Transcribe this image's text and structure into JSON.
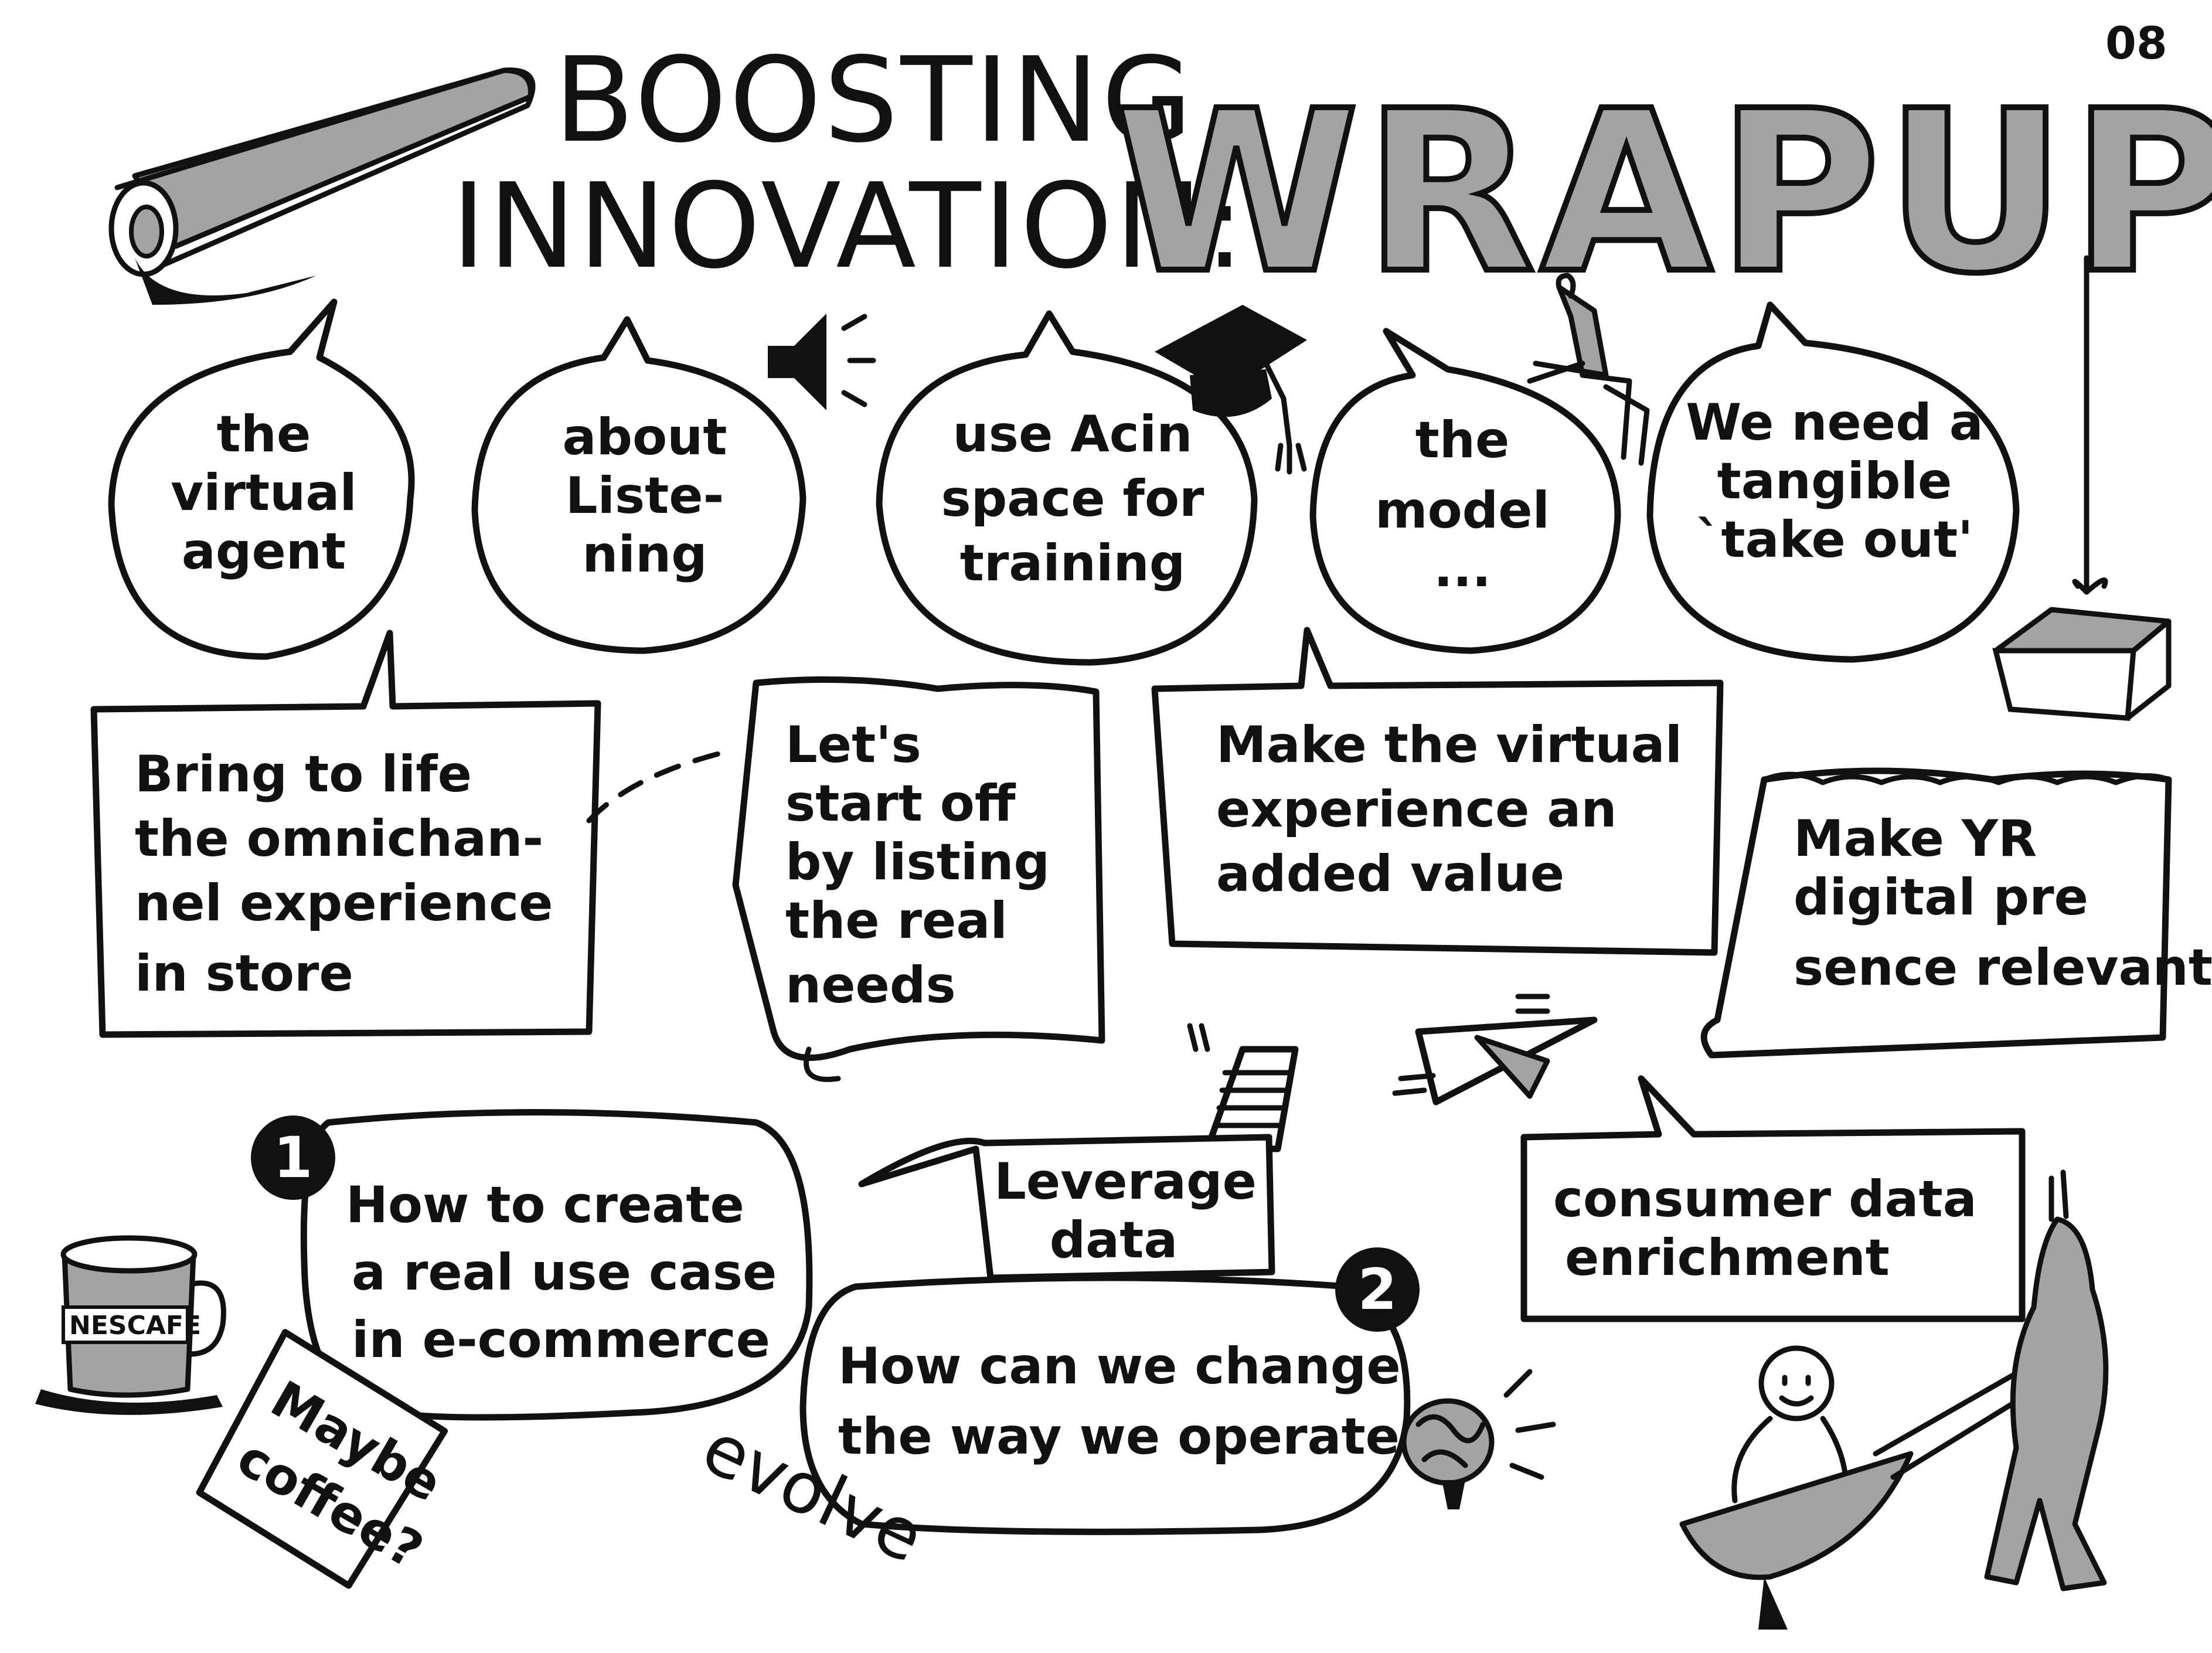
{
  "page_number": "08",
  "title": {
    "line1": "BOOSTING",
    "line2": "INNOVATION:",
    "big": "WRAPUP"
  },
  "bubbles": [
    {
      "lines": [
        "the",
        "virtual",
        "agent"
      ]
    },
    {
      "lines": [
        "about",
        "Liste-",
        "ning"
      ]
    },
    {
      "lines": [
        "use Acin",
        "space for",
        "training"
      ]
    },
    {
      "lines": [
        "the",
        "model",
        "..."
      ]
    },
    {
      "lines": [
        "We need a",
        "tangible",
        "`take out'"
      ]
    }
  ],
  "boxes": {
    "omnichannel": [
      "Bring to life",
      "the omnichan-",
      "nel experience",
      "in store"
    ],
    "listing": [
      "Let's",
      "start off",
      "by listing",
      "the real",
      "needs"
    ],
    "virtual_value": [
      "Make the virtual",
      "experience an",
      "added value"
    ],
    "digital": [
      "Make YR",
      "digital pre",
      "sence relevant"
    ],
    "leverage": [
      "Leverage",
      "data"
    ],
    "consumer": [
      "consumer data",
      "enrichment"
    ]
  },
  "questions": {
    "q1": {
      "badge": "1",
      "lines": [
        "How to create",
        "a real use case",
        "in e-commerce"
      ]
    },
    "q2": {
      "badge": "2",
      "lines": [
        "How can we change",
        "the way we operate"
      ]
    }
  },
  "coffee_sign": [
    "Maybe",
    "coffee?"
  ],
  "mug_label": "NESCAFE",
  "evolve": "evolve",
  "colors": {
    "ink": "#111111",
    "gray": "#a3a3a3",
    "paper": "#ffffff"
  }
}
